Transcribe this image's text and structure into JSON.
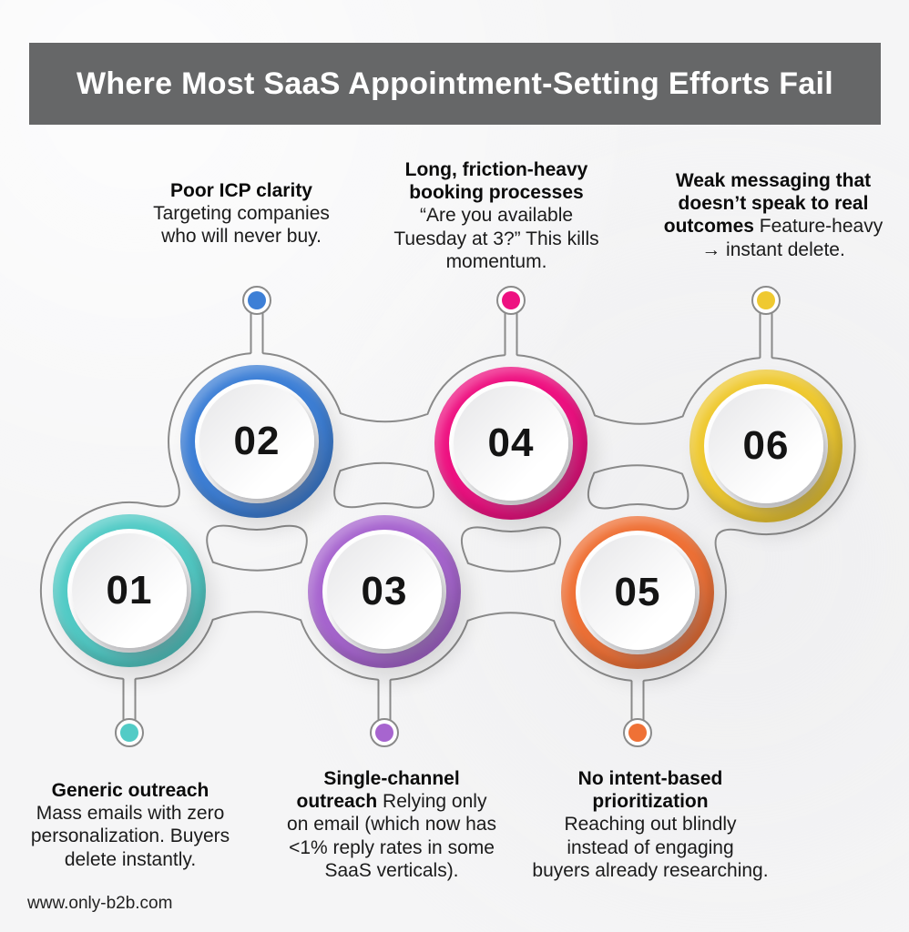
{
  "page": {
    "title": "Where Most SaaS Appointment-Setting Efforts Fail",
    "footer": "www.only-b2b.com",
    "header_bg": "#666768",
    "outline_gray": "#8a8a8a",
    "background": "#f5f5f6"
  },
  "items": [
    {
      "num": "01",
      "color": "#52cbc6",
      "heading": "Generic outreach",
      "body": "\nMass emails with zero\npersonalization. Buyers\ndelete instantly."
    },
    {
      "num": "02",
      "color": "#3d7fd6",
      "heading": "Poor ICP clarity",
      "body": "\nTargeting companies\nwho will never buy."
    },
    {
      "num": "03",
      "color": "#a765cf",
      "heading": "Single-channel\noutreach",
      "body": " Relying only\non email (which now has\n<1% reply rates in some\nSaaS verticals)."
    },
    {
      "num": "04",
      "color": "#ee1181",
      "heading": "Long, friction-heavy\nbooking processes",
      "body": "\n“Are you available\nTuesday at 3?” This kills\nmomentum."
    },
    {
      "num": "05",
      "color": "#ef7136",
      "heading": "No intent-based\nprioritization",
      "body": "\nReaching out blindly\ninstead of engaging\nbuyers already researching."
    },
    {
      "num": "06",
      "color": "#efc930",
      "heading": "Weak messaging that\ndoesn’t speak to real\noutcomes",
      "body": " Feature-heavy\n→ instant delete."
    }
  ]
}
